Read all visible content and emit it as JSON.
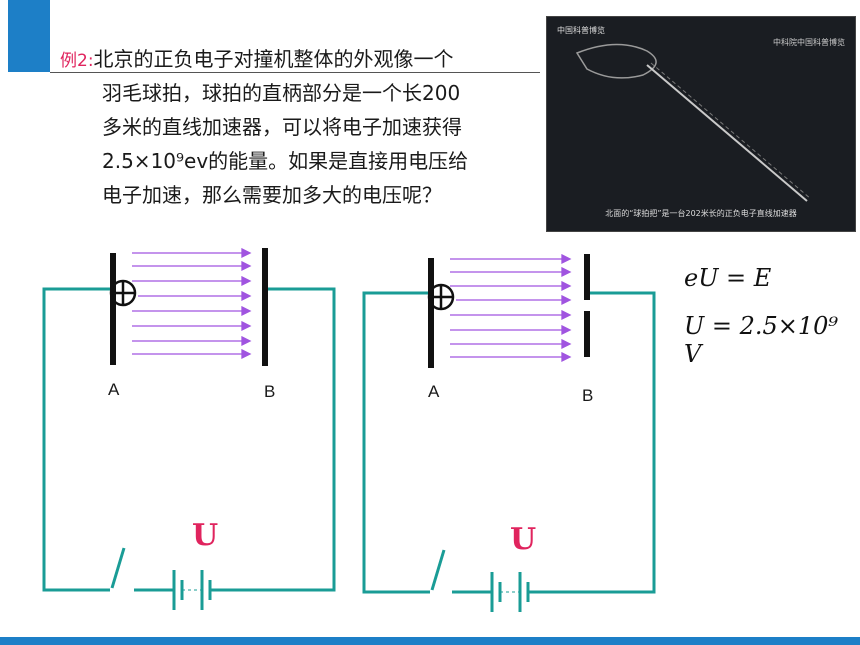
{
  "problem": {
    "label": "例2:",
    "lines": [
      "北京的正负电子对撞机整体的外观像一个",
      "羽毛球拍，球拍的直柄部分是一个长200",
      "多米的直线加速器，可以将电子加速获得",
      "2.5×10⁹ev的能量。如果是直接用电压给",
      "电子加速，那么需要加多大的电压呢？"
    ]
  },
  "photo": {
    "logo_text": "中国科普博览",
    "corner_text": "中科院中国科普博览",
    "caption": "北面的“球拍把”是一台202米长的正负电子直线加速器"
  },
  "diagram1": {
    "plate_a": "A",
    "plate_b": "B",
    "voltage": "U"
  },
  "diagram2": {
    "plate_a": "A",
    "plate_b": "B",
    "voltage": "U"
  },
  "equations": {
    "line1": "eU = E",
    "line2": "U = 2.5×10⁹ V"
  },
  "colors": {
    "accent": "#1d7fc7",
    "wire": "#1a9c96",
    "field_arrow": "#a054e0",
    "voltage_label": "#e0245e"
  }
}
